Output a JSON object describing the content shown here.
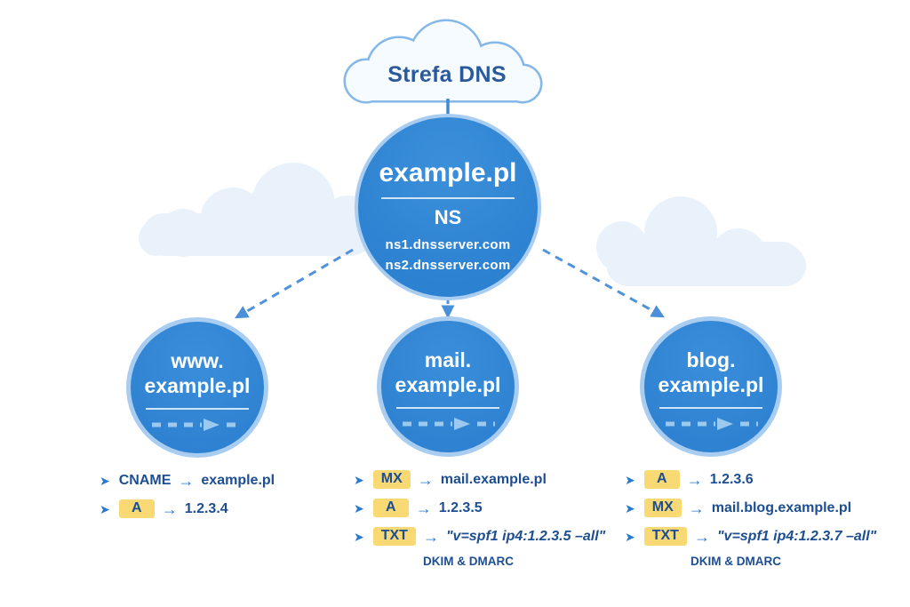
{
  "title_cloud": {
    "label": "Strefa DNS"
  },
  "icons": {
    "bullet": "➤",
    "arrow_right": "→",
    "dashed_arrow": "dashed-arrow-icon"
  },
  "colors": {
    "circle_blue": "#2e86d4",
    "circle_ring": "#a9cdf1",
    "navy_text": "#1d4e91",
    "title_navy": "#2a5a9c",
    "highlight_yellow": "#f8d973",
    "connector_blue": "#4f93db",
    "cloud_stroke": "#85b7e7",
    "cloud_fill": "#f6fbff",
    "bg_cloud_fill": "#e9f2fb"
  },
  "root_zone": {
    "domain": "example.pl",
    "record_type": "NS",
    "nameserver1": "ns1.dnsserver.com",
    "nameserver2": "ns2.dnsserver.com"
  },
  "subdomains": [
    {
      "line1": "www.",
      "line2": "example.pl",
      "records": [
        {
          "type": "CNAME",
          "value": "example.pl"
        },
        {
          "type": "A",
          "value": "1.2.3.4"
        }
      ],
      "note": ""
    },
    {
      "line1": "mail.",
      "line2": "example.pl",
      "records": [
        {
          "type": "MX",
          "value": "mail.example.pl"
        },
        {
          "type": "A",
          "value": "1.2.3.5"
        },
        {
          "type": "TXT",
          "value": "\"v=spf1 ip4:1.2.3.5 –all\""
        }
      ],
      "note": "DKIM & DMARC"
    },
    {
      "line1": "blog.",
      "line2": "example.pl",
      "records": [
        {
          "type": "A",
          "value": "1.2.3.6"
        },
        {
          "type": "MX",
          "value": "mail.blog.example.pl"
        },
        {
          "type": "TXT",
          "value": "\"v=spf1 ip4:1.2.3.7 –all\""
        }
      ],
      "note": "DKIM & DMARC"
    }
  ]
}
